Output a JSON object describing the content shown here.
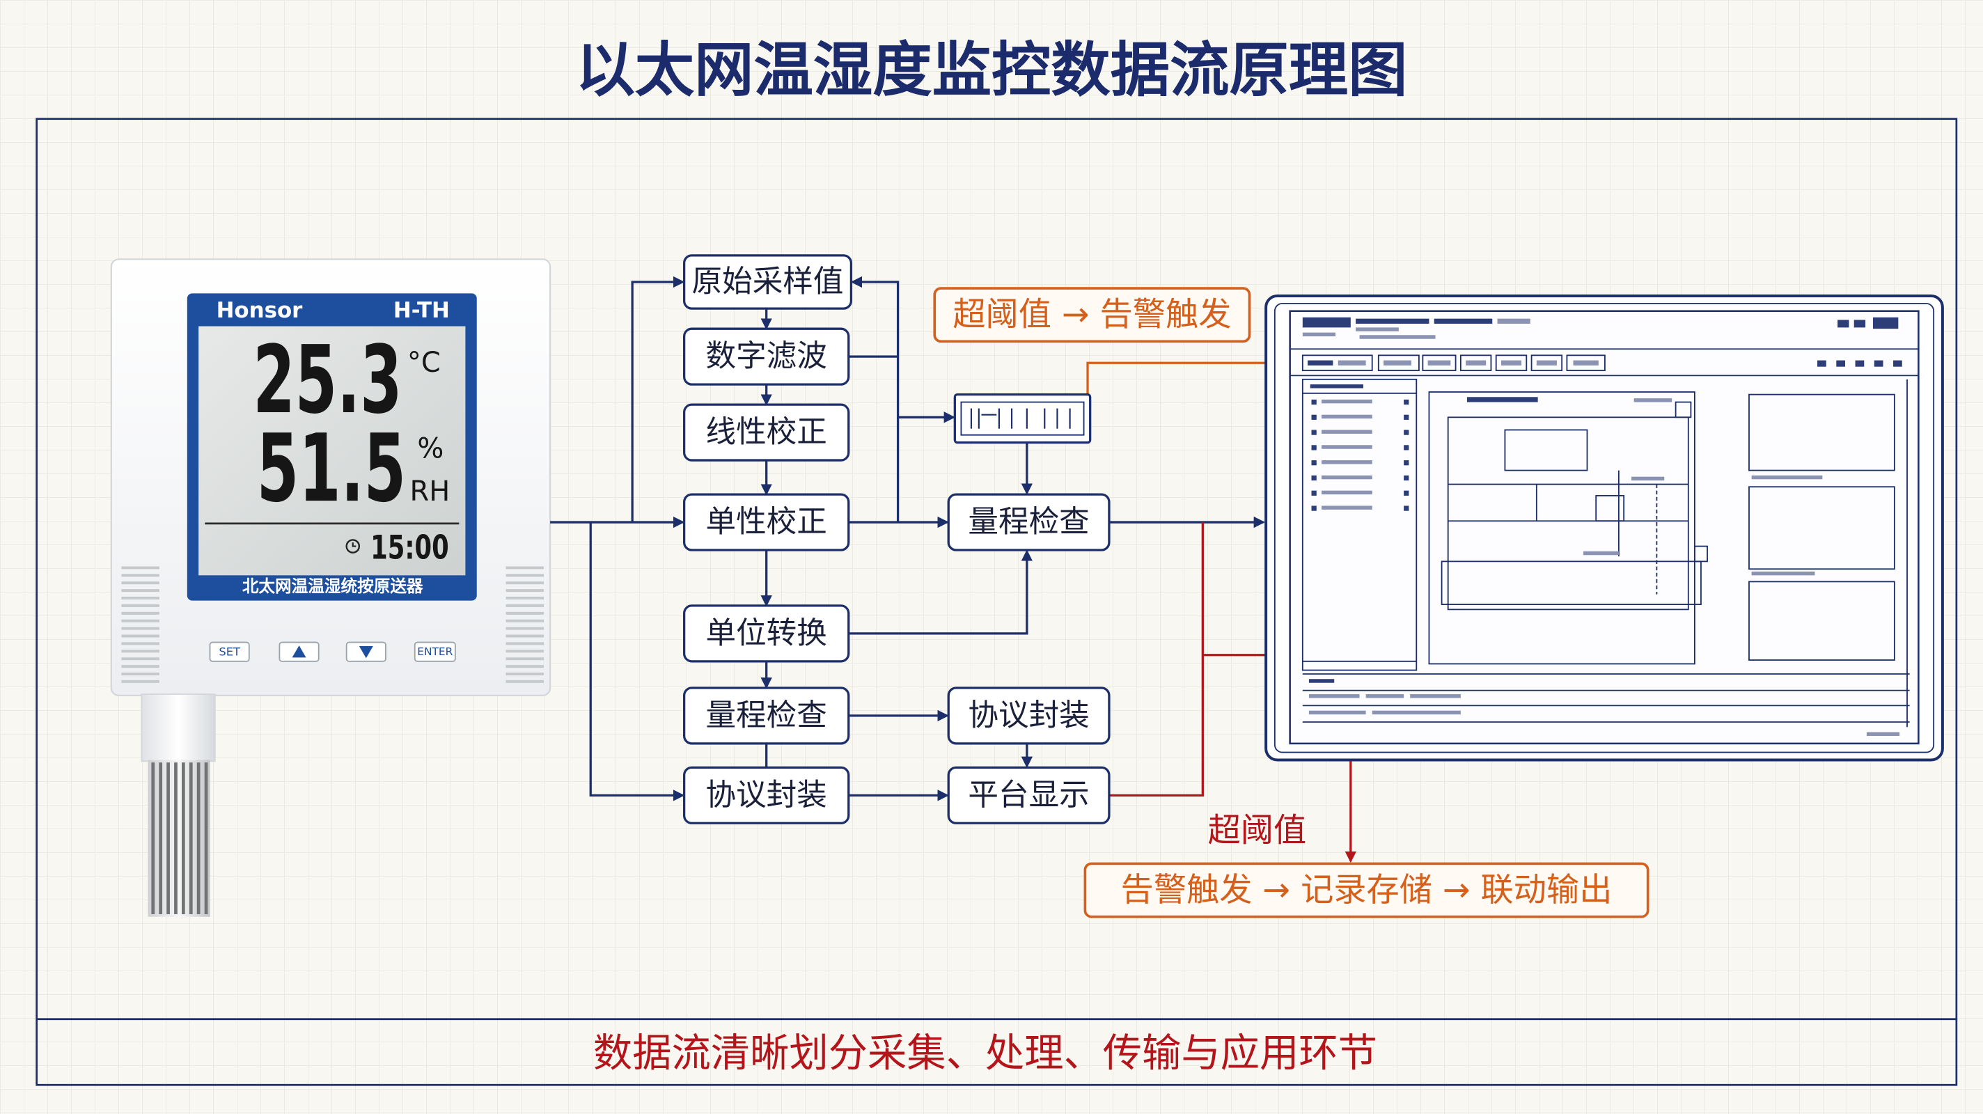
{
  "title": "以太网温湿度监控数据流原理图",
  "footer": "数据流清晰划分采集、处理、传输与应用环节",
  "device": {
    "brand": "Honsor",
    "model": "H-TH",
    "temperature": "25.3",
    "temperature_unit": "°C",
    "humidity": "51.5",
    "humidity_unit_percent": "%",
    "humidity_unit_rh": "RH",
    "clock_icon": "clock-icon",
    "time": "15:00",
    "label": "北太网温温湿统按原送器",
    "buttons": [
      {
        "label": "SET"
      },
      {
        "icon": "up-triangle-icon"
      },
      {
        "icon": "down-triangle-icon"
      },
      {
        "label": "ENTER"
      }
    ]
  },
  "flow": {
    "left_column": [
      "原始采样值",
      "数字滤波",
      "线性校正",
      "单性校正",
      "单位转换",
      "量程检查",
      "协议封装"
    ],
    "middle_column": [
      "量程检查",
      "协议封装",
      "平台显示"
    ],
    "alert_top": "超阈值 → 告警触发",
    "alert_condition": "超阈值",
    "alert_chain": "告警触发 → 记录存储 → 联动输出"
  },
  "icons": {
    "display_module": "lcd-module-icon",
    "monitor": "software-window-icon"
  },
  "colors": {
    "primary_navy": "#1c2f6b",
    "alert_red": "#b3151b",
    "alert_orange": "#d4601c",
    "device_blue": "#1e4f9e"
  }
}
